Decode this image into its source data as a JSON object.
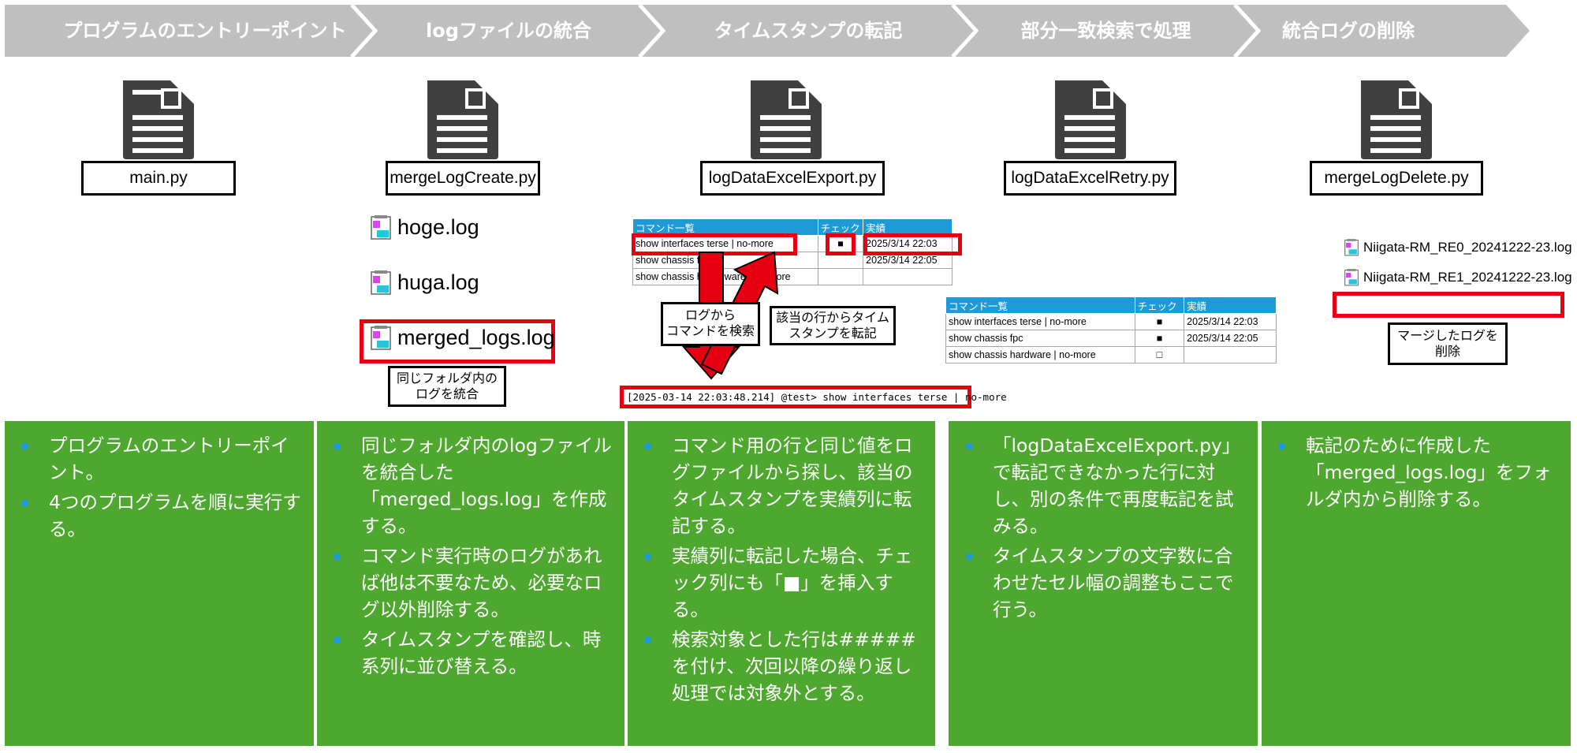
{
  "steps": [
    {
      "header": "プログラムのエントリーポイント",
      "file": "main.py",
      "bullets": [
        "プログラムのエントリーポイント。",
        "4つのプログラムを順に実行する。"
      ]
    },
    {
      "header": "logファイルの統合",
      "file": "mergeLogCreate.py",
      "bullets": [
        "同じフォルダ内のlogファイルを統合した「merged_logs.log」を作成する。",
        "コマンド実行時のログがあれば他は不要なため、必要なログ以外削除する。",
        "タイムスタンプを確認し、時系列に並び替える。"
      ]
    },
    {
      "header": "タイムスタンプの転記",
      "file": "logDataExcelExport.py",
      "bullets": [
        "コマンド用の行と同じ値をログファイルから探し、該当のタイムスタンプを実績列に転記する。",
        "実績列に転記した場合、チェック列にも「■」を挿入する。",
        "検索対象とした行は#####を付け、次回以降の繰り返し処理では対象外とする。"
      ]
    },
    {
      "header": "部分一致検索で処理",
      "file": "logDataExcelRetry.py",
      "bullets": [
        "「logDataExcelExport.py」で転記できなかった行に対し、別の条件で再度転記を試みる。",
        "タイムスタンプの文字数に合わせたセル幅の調整もここで行う。"
      ]
    },
    {
      "header": "統合ログの削除",
      "file": "mergeLogDelete.py",
      "bullets": [
        "転記のために作成した「merged_logs.log」をフォルダ内から削除する。"
      ]
    }
  ],
  "merge": {
    "logs": [
      "hoge.log",
      "huga.log"
    ],
    "merged": "merged_logs.log",
    "note_line1": "同じフォルダ内の",
    "note_line2": "ログを統合"
  },
  "export": {
    "headers": [
      "コマンド一覧",
      "チェック",
      "実績"
    ],
    "rows": [
      {
        "cmd": "show interfaces terse | no-more",
        "check": "■",
        "result": "2025/3/14 22:03"
      },
      {
        "cmd": "show chassis f",
        "check": "",
        "result": "2025/3/14 22:05"
      },
      {
        "cmd": "show chassis h",
        "cmd_tail": "ware | no-more",
        "check": "",
        "result": ""
      }
    ],
    "note_search_1": "ログから",
    "note_search_2": "コマンドを検索",
    "note_copy_1": "該当の行からタイム",
    "note_copy_2": "スタンプを転記",
    "log_line": "[2025-03-14 22:03:48.214] @test> show interfaces terse | no-more"
  },
  "retry": {
    "headers": [
      "コマンド一覧",
      "チェック",
      "実績"
    ],
    "rows": [
      {
        "cmd": "show interfaces terse | no-more",
        "check": "■",
        "result": "2025/3/14 22:03"
      },
      {
        "cmd": "show chassis fpc",
        "check": "■",
        "result": "2025/3/14 22:05"
      },
      {
        "cmd": "show chassis hardware | no-more",
        "check": "□",
        "result": ""
      }
    ]
  },
  "delete": {
    "logs": [
      "Niigata-RM_RE0_20241222-23.log",
      "Niigata-RM_RE1_20241222-23.log"
    ],
    "note_line1": "マージしたログを",
    "note_line2": "削除"
  },
  "colors": {
    "header_gray": "#bfbfbf",
    "panel_green": "#4ea72e",
    "highlight_red": "#e60012",
    "table_blue": "#1e9ad6",
    "icon_dark": "#404040"
  }
}
